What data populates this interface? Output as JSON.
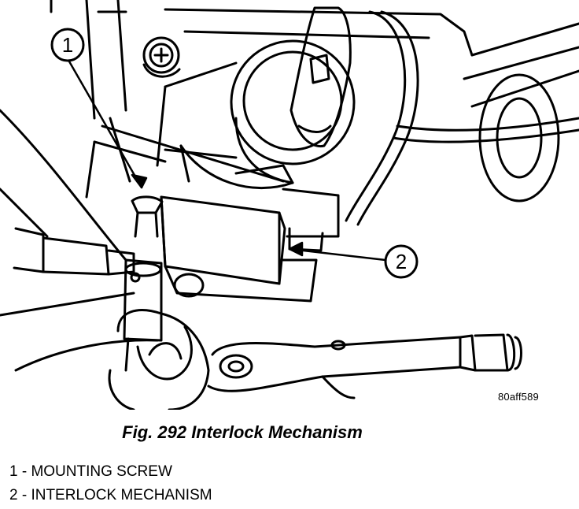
{
  "figure": {
    "caption": "Fig. 292 Interlock Mechanism",
    "art_code": "80aff589"
  },
  "callouts": [
    {
      "number": "1"
    },
    {
      "number": "2"
    }
  ],
  "legend": [
    {
      "text": "1 - MOUNTING SCREW"
    },
    {
      "text": "2 - INTERLOCK MECHANISM"
    }
  ],
  "colors": {
    "line": "#000000",
    "background": "#ffffff"
  }
}
